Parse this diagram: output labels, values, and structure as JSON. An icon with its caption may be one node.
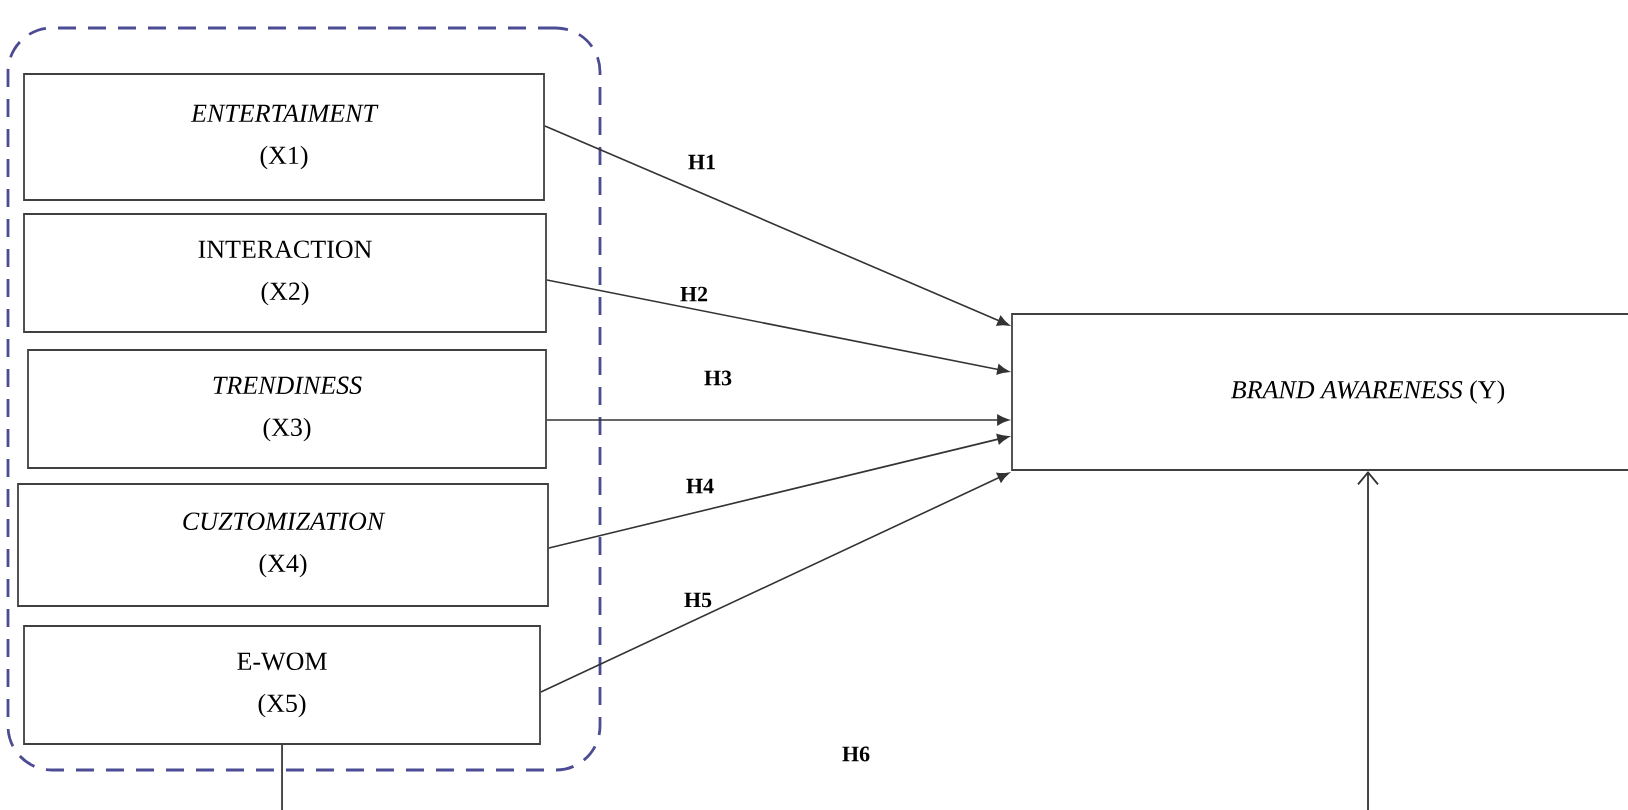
{
  "diagram": {
    "nodes": [
      {
        "text": [],
        "shape": "box"
      },
      {
        "text": [
          "ENTERTAIMENT",
          "(X1)"
        ],
        "in": 0
      },
      {
        "text": [
          "INTERACTION",
          "(X2)"
        ],
        "in": 0
      },
      {
        "text": [
          "TRENDINESS",
          "(X3)"
        ],
        "in": 0
      },
      {
        "text": [
          "CUZTOMIZATION",
          "(X4)"
        ],
        "in": 0
      },
      {
        "text": [
          "E-WOM",
          "(X5)"
        ],
        "in": 0
      },
      {
        "text": [
          "*BRAND AWARENESS* (Y)"
        ]
      }
    ],
    "edges": [
      {
        "from": 1,
        "to": 6,
        "arrow": "to",
        "label": "H1"
      },
      {
        "from": 2,
        "to": 6,
        "arrow": "to",
        "label": "H2"
      },
      {
        "from": 3,
        "to": 6,
        "arrow": "to",
        "label": "H3"
      },
      {
        "from": 4,
        "to": 6,
        "arrow": "to",
        "label": "H4"
      },
      {
        "from": 5,
        "to": 6,
        "arrow": "to",
        "label": "H5"
      },
      {
        "from": 5,
        "to": 6,
        "arrow": "to",
        "label": "H6"
      }
    ]
  }
}
